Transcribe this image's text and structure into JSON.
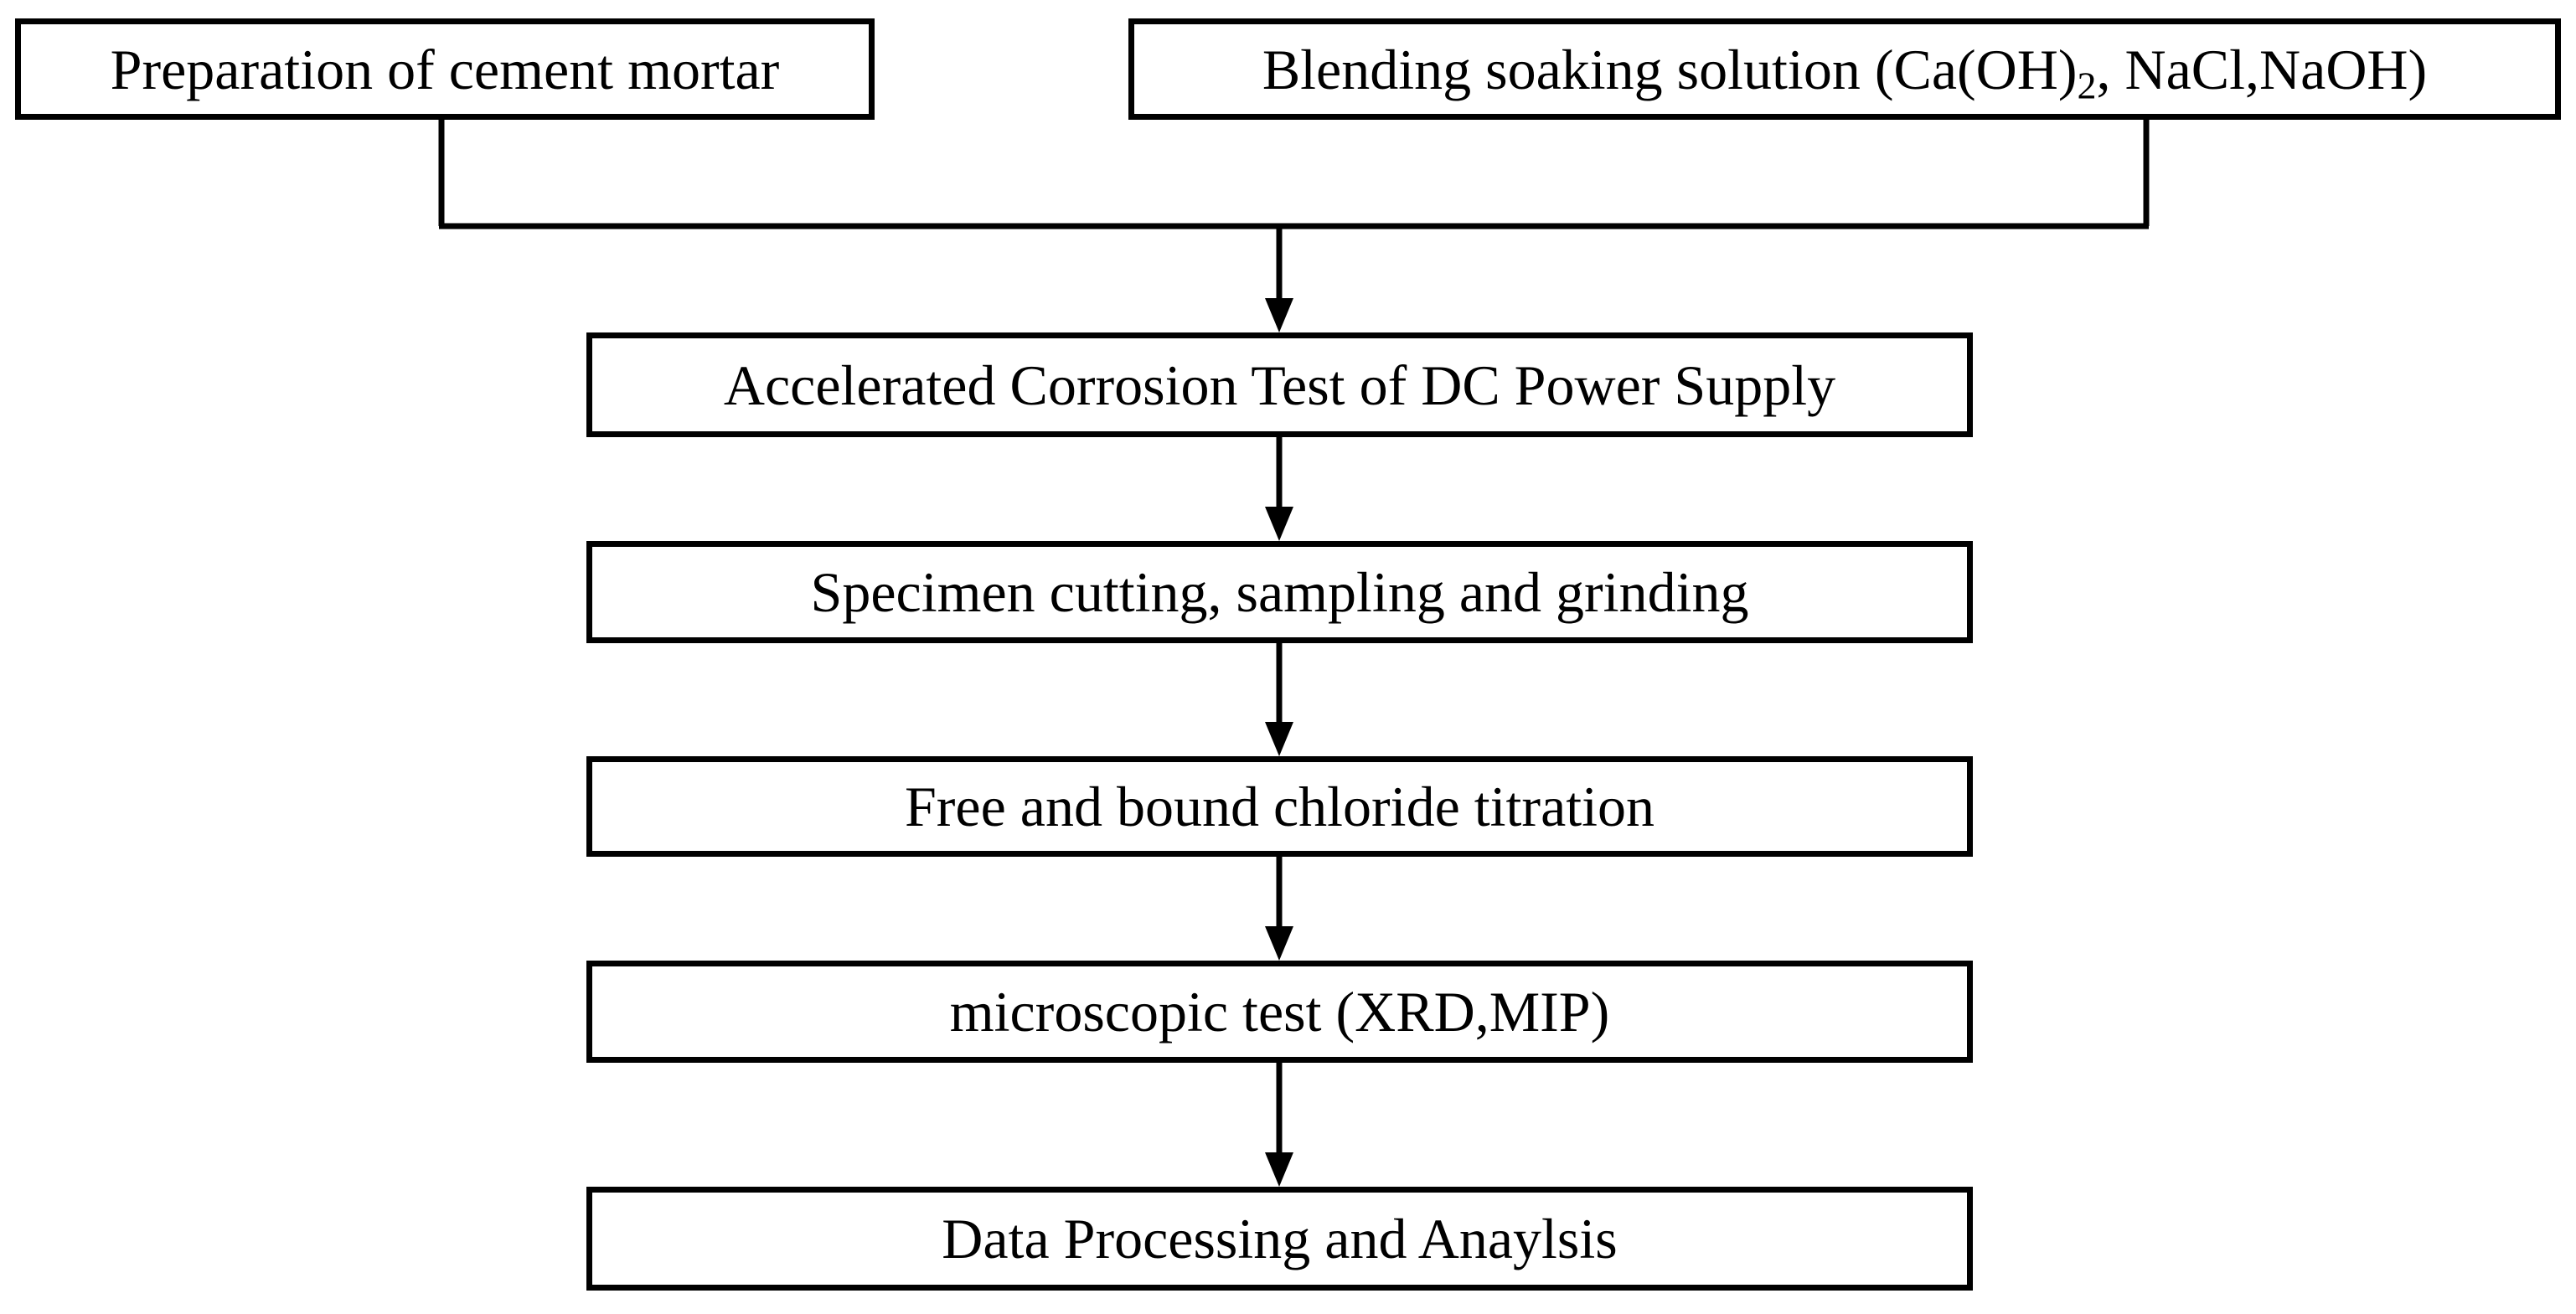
{
  "diagram": {
    "steps": {
      "preparation": "Preparation of cement mortar",
      "blending_prefix": "Blending soaking solution (Ca(OH)",
      "blending_subscript": "2",
      "blending_suffix": ", NaCl,NaOH)",
      "accelerated_test": "Accelerated Corrosion Test of DC Power Supply",
      "specimen_cutting": "Specimen cutting, sampling and grinding",
      "chloride_titration": "Free and bound chloride titration",
      "microscopic_test": "microscopic test (XRD,MIP)",
      "data_processing": "Data Processing and Anaylsis"
    },
    "colors": {
      "stroke": "#000000",
      "background": "#ffffff"
    }
  }
}
